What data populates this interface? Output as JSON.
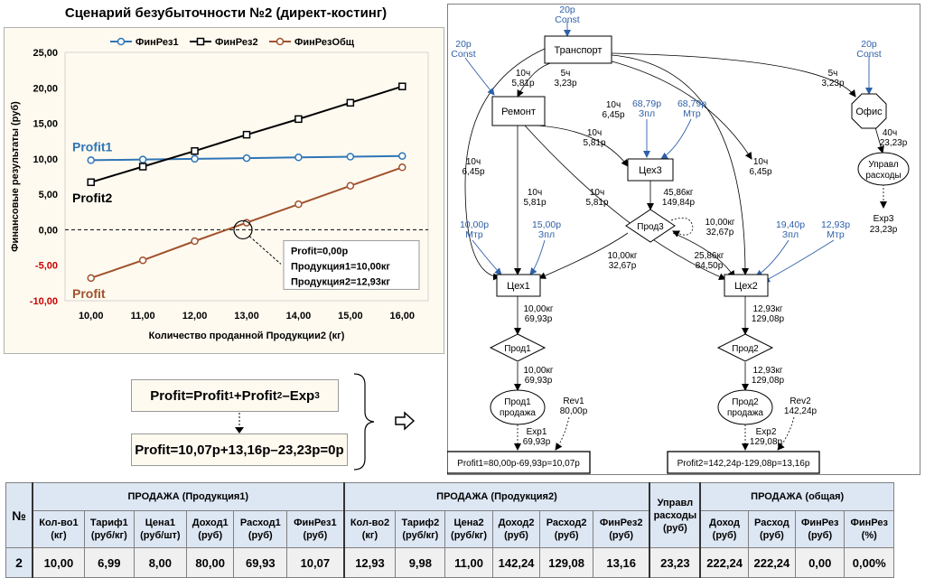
{
  "chart_data": {
    "type": "line",
    "title": "Сценарий безубыточности №2 (директ-костинг)",
    "xlabel": "Количество проданной Продукции2 (кг)",
    "ylabel": "Финансовые результаты (руб)",
    "x": [
      10,
      11,
      12,
      13,
      14,
      15,
      16
    ],
    "x_ticks": [
      "10,00",
      "11,00",
      "12,00",
      "13,00",
      "14,00",
      "15,00",
      "16,00"
    ],
    "xlim": [
      9.5,
      16.5
    ],
    "ylim": [
      -10,
      25
    ],
    "y_ticks": [
      "25,00",
      "20,00",
      "15,00",
      "10,00",
      "5,00",
      "0,00",
      "-5,00",
      "-10,00"
    ],
    "y_tick_values": [
      25,
      20,
      15,
      10,
      5,
      0,
      -5,
      -10
    ],
    "legend_position": "top",
    "series": [
      {
        "name": "ФинРез1",
        "label": "Profit1",
        "color": "#2e75b6",
        "marker": "circle",
        "values": [
          9.8,
          9.9,
          10.0,
          10.1,
          10.2,
          10.3,
          10.4
        ]
      },
      {
        "name": "ФинРез2",
        "label": "Profit2",
        "color": "#000000",
        "marker": "square",
        "values": [
          6.7,
          8.9,
          11.1,
          13.4,
          15.6,
          17.9,
          20.2
        ]
      },
      {
        "name": "ФинРезОбщ",
        "label": "Profit",
        "color": "#a0522d",
        "marker": "circle",
        "values": [
          -6.8,
          -4.3,
          -1.6,
          1.0,
          3.6,
          6.2,
          8.8
        ]
      }
    ],
    "breakeven": {
      "x": 12.93,
      "y": 0,
      "lines": [
        "Profit=0,00р",
        "Продукция1=10,00кг",
        "Продукция2=12,93кг"
      ]
    }
  },
  "formulas": {
    "general": {
      "main": "Profit=Profit",
      "s1": "1",
      "plus": "+Profit",
      "s2": "2",
      "minus": "–Exp",
      "s3": "3"
    },
    "numeric": "Profit=10,07р+13,16р–23,23р=0р"
  },
  "diagram": {
    "const_top": [
      "20р",
      "Const"
    ],
    "const_left": [
      "20р",
      "Const"
    ],
    "const_right": [
      "20р",
      "Const"
    ],
    "transport": "Транспорт",
    "remont": "Ремонт",
    "ofis": "Офис",
    "tsekh3": "Цех3",
    "prod3": "Прод3",
    "tsekh1": "Цех1",
    "tsekh2": "Цех2",
    "prod1": "Прод1",
    "prod2": "Прод2",
    "prod1_sale": [
      "Прод1",
      "продажа"
    ],
    "prod2_sale": [
      "Прод2",
      "продажа"
    ],
    "upravl": [
      "Управл",
      "расходы"
    ],
    "exp3": [
      "Exp3",
      "23,23р"
    ],
    "e_tr_rem": [
      "10ч",
      "5,81р"
    ],
    "e_tr_rem2": [
      "5ч",
      "3,23р"
    ],
    "e_tr_of": [
      "5ч",
      "3,23р"
    ],
    "e_tr_ts3": [
      "10ч",
      "6,45р"
    ],
    "e_rem_ts3": [
      "10ч",
      "5,81р"
    ],
    "e_tr_ts1": [
      "10ч",
      "6,45р"
    ],
    "e_rem_ts1": [
      "10ч",
      "5,81р"
    ],
    "e_rem_ts2": [
      "10ч",
      "5,81р"
    ],
    "e_tr_ts2": [
      "10ч",
      "6,45р"
    ],
    "e_of_up": [
      "40ч",
      "23,23р"
    ],
    "in_ts3_zpl": [
      "68,79р",
      "Зпл"
    ],
    "in_ts3_mtr": [
      "68,79р",
      "Мтр"
    ],
    "in_ts1_mtr": [
      "10,00р",
      "Мтр"
    ],
    "in_ts1_zpl": [
      "15,00р",
      "Зпл"
    ],
    "in_ts2_zpl": [
      "19,40р",
      "Зпл"
    ],
    "in_ts2_mtr": [
      "12,93р",
      "Мтр"
    ],
    "e_ts3_pr3": [
      "45,86кг",
      "149,84р"
    ],
    "e_pr3_self": [
      "10,00кг",
      "32,67р"
    ],
    "e_pr3_ts1": [
      "10,00кг",
      "32,67р"
    ],
    "e_pr3_ts2": [
      "25,86кг",
      "84,50р"
    ],
    "e_ts1_pr1": [
      "10,00кг",
      "69,93р"
    ],
    "e_pr1_sale": [
      "10,00кг",
      "69,93р"
    ],
    "e_ts2_pr2": [
      "12,93кг",
      "129,08р"
    ],
    "e_pr2_sale": [
      "12,93кг",
      "129,08р"
    ],
    "rev1": [
      "Rev1",
      "80,00р"
    ],
    "rev2": [
      "Rev2",
      "142,24р"
    ],
    "exp1": [
      "Exp1",
      "69,93р"
    ],
    "exp2": [
      "Exp2",
      "129,08р"
    ],
    "profit1_box": "Profit1=80,00р-69,93р=10,07р",
    "profit2_box": "Profit2=142,24р-129,08р=13,16р"
  },
  "table": {
    "num_header": "№",
    "group1": "ПРОДАЖА (Продукция1)",
    "group2": "ПРОДАЖА (Продукция2)",
    "group3": [
      "Управл",
      "расходы",
      "(руб)"
    ],
    "group4": "ПРОДАЖА (общая)",
    "sub1": [
      [
        "Кол-во1",
        "(кг)"
      ],
      [
        "Тариф1",
        "(руб/кг)"
      ],
      [
        "Цена1",
        "(руб/шт)"
      ],
      [
        "Доход1",
        "(руб)"
      ],
      [
        "Расход1",
        "(руб)"
      ],
      [
        "ФинРез1",
        "(руб)"
      ]
    ],
    "sub2": [
      [
        "Кол-во2",
        "(кг)"
      ],
      [
        "Тариф2",
        "(руб/кг)"
      ],
      [
        "Цена2",
        "(руб/кг)"
      ],
      [
        "Доход2",
        "(руб)"
      ],
      [
        "Расход2",
        "(руб)"
      ],
      [
        "ФинРез2",
        "(руб)"
      ]
    ],
    "sub4": [
      [
        "Доход",
        "(руб)"
      ],
      [
        "Расход",
        "(руб)"
      ],
      [
        "ФинРез",
        "(руб)"
      ],
      [
        "ФинРез",
        "(%)"
      ]
    ],
    "row_num": "2",
    "row1": [
      "10,00",
      "6,99",
      "8,00",
      "80,00",
      "69,93",
      "10,07"
    ],
    "row2": [
      "12,93",
      "9,98",
      "11,00",
      "142,24",
      "129,08",
      "13,16"
    ],
    "row3": "23,23",
    "row4": [
      "222,24",
      "222,24",
      "0,00",
      "0,00%"
    ]
  }
}
